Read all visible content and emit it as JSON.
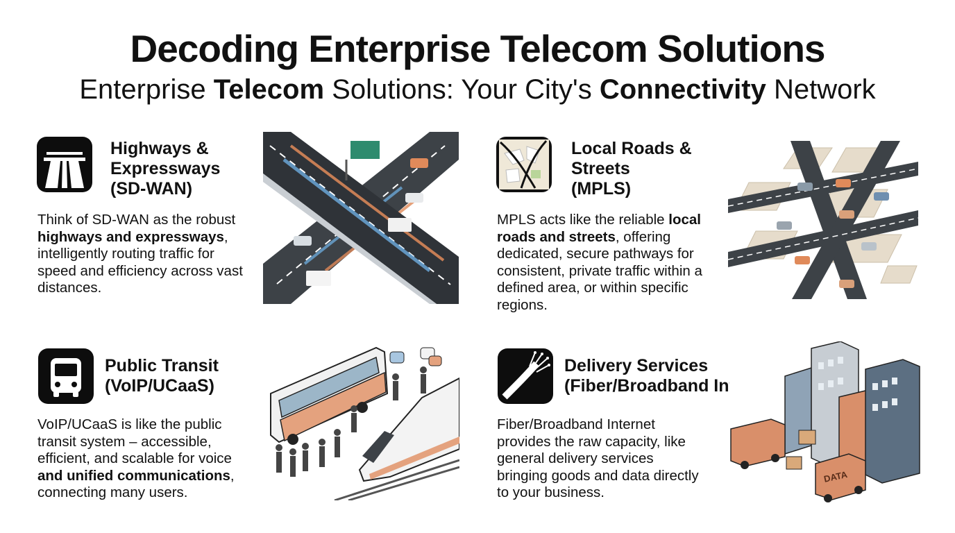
{
  "header": {
    "title": "Decoding Enterprise Telecom Solutions",
    "subtitle": {
      "p1": "Enterprise ",
      "b1": "Telecom",
      "p2": " Solutions: Your City's ",
      "b2": "Connectivity",
      "p3": " Network"
    }
  },
  "sections": {
    "sdwan": {
      "icon": "highway-icon",
      "heading": [
        "Highways &",
        "Expressways",
        "(SD-WAN)"
      ],
      "desc": {
        "p1": "Think of SD-WAN as the robust ",
        "b1": "highways and expressways",
        "p2": ", intelligently routing traffic for speed and efficiency across vast distances."
      }
    },
    "mpls": {
      "icon": "city-map-icon",
      "heading": [
        "Local Roads &",
        "Streets",
        "(MPLS)"
      ],
      "desc": {
        "p1": "MPLS acts like the reliable ",
        "b1": "local roads and streets",
        "p2": ", offering dedicated, secure pathways for consistent, private traffic within a defined area, or within specific regions."
      }
    },
    "voip": {
      "icon": "bus-icon",
      "heading": [
        "Public Transit",
        "(VoIP/UCaaS)"
      ],
      "desc": {
        "p1": "VoIP/UCaaS is like the public transit system – accessible, efficient, and scalable for voice ",
        "b1": "and unified communications",
        "p2": ", connecting many users."
      }
    },
    "fiber": {
      "icon": "fiber-optic-icon",
      "heading": [
        "Delivery Services",
        "(Fiber/Broadband Internet)"
      ],
      "desc": {
        "p1": "Fiber/Broadband Internet provides the raw capacity, like general delivery services bringing goods and data directly to your business."
      },
      "truck_label": "DATA"
    }
  },
  "colors": {
    "ink": "#111111",
    "road": "#3d4247",
    "accent_orange": "#e08a5a",
    "accent_blue": "#6aa6d6",
    "sign_green": "#2e8b6e",
    "block_beige": "#e6dccb"
  }
}
